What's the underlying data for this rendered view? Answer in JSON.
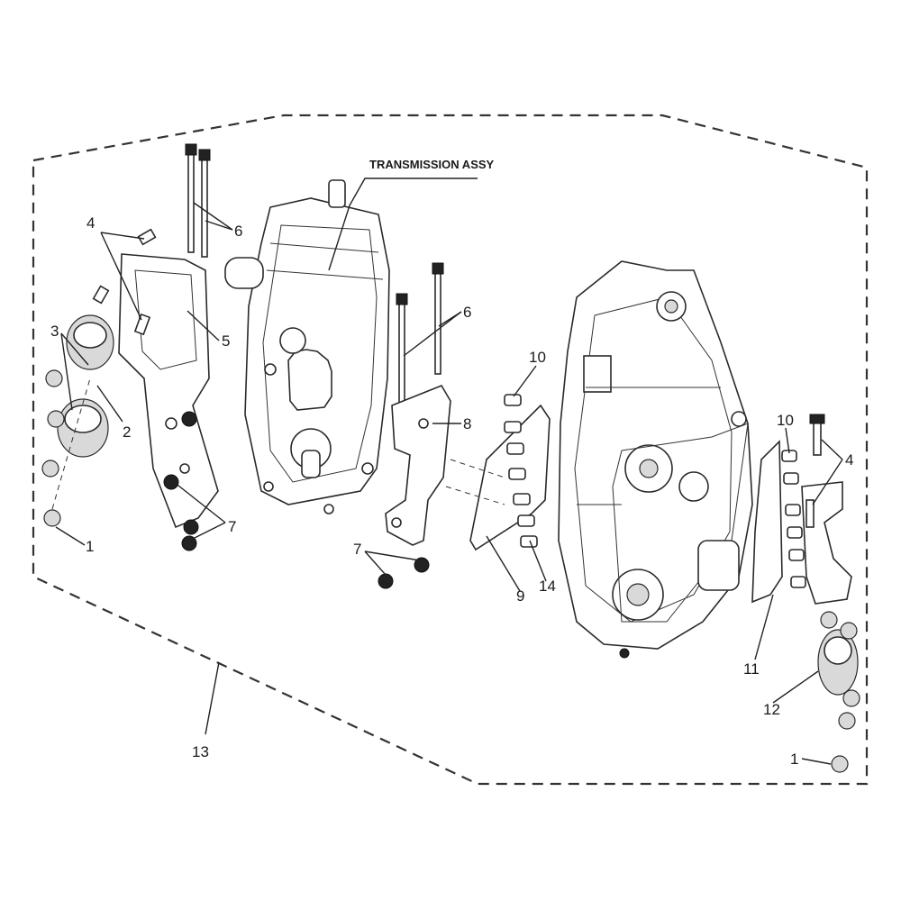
{
  "diagram": {
    "callouts": {
      "transmission": "TRANSMISSION ASSY",
      "n1a": "1",
      "n1b": "1",
      "n2": "2",
      "n3": "3",
      "n4a": "4",
      "n4b": "4",
      "n5": "5",
      "n6a": "6",
      "n6b": "6",
      "n7a": "7",
      "n7b": "7",
      "n8": "8",
      "n9": "9",
      "n10a": "10",
      "n10b": "10",
      "n11": "11",
      "n12": "12",
      "n13": "13",
      "n14": "14"
    }
  }
}
